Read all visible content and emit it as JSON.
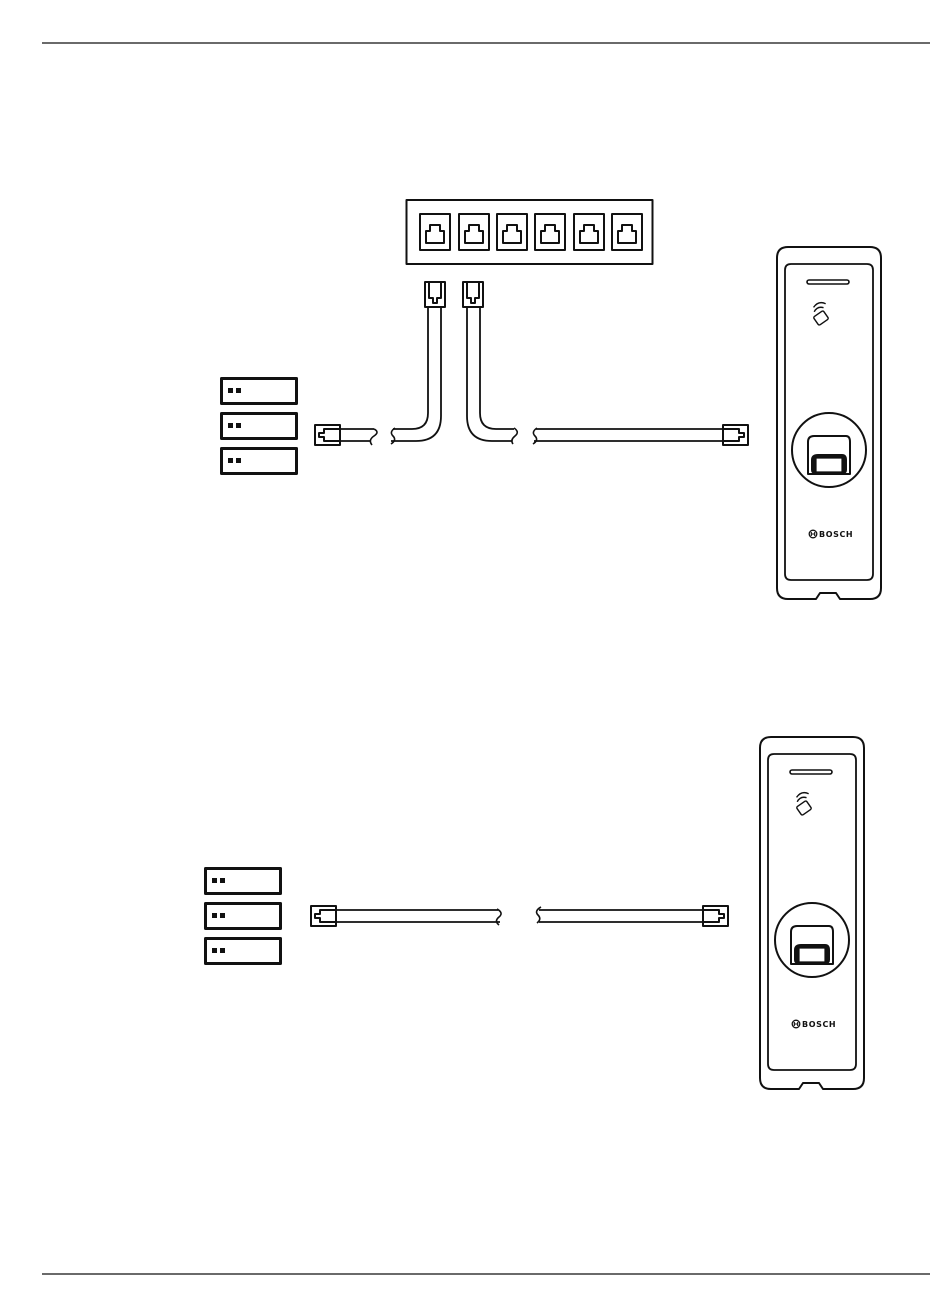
{
  "diagrams": [
    {
      "id": "switch-connection",
      "components": {
        "network_switch": {
          "port_count": 6
        },
        "server_rack": {
          "unit_count": 3
        },
        "reader": {
          "brand_label": "BOSCH"
        }
      }
    },
    {
      "id": "direct-connection",
      "components": {
        "server_rack": {
          "unit_count": 3
        },
        "reader": {
          "brand_label": "BOSCH"
        }
      }
    }
  ],
  "colors": {
    "line": "#111111",
    "background": "#ffffff"
  },
  "icons": [
    "rj45-port-icon",
    "rj45-plug-icon",
    "cable-break-icon",
    "nfc-card-icon",
    "fingerprint-sensor-icon",
    "bosch-logo-icon"
  ]
}
